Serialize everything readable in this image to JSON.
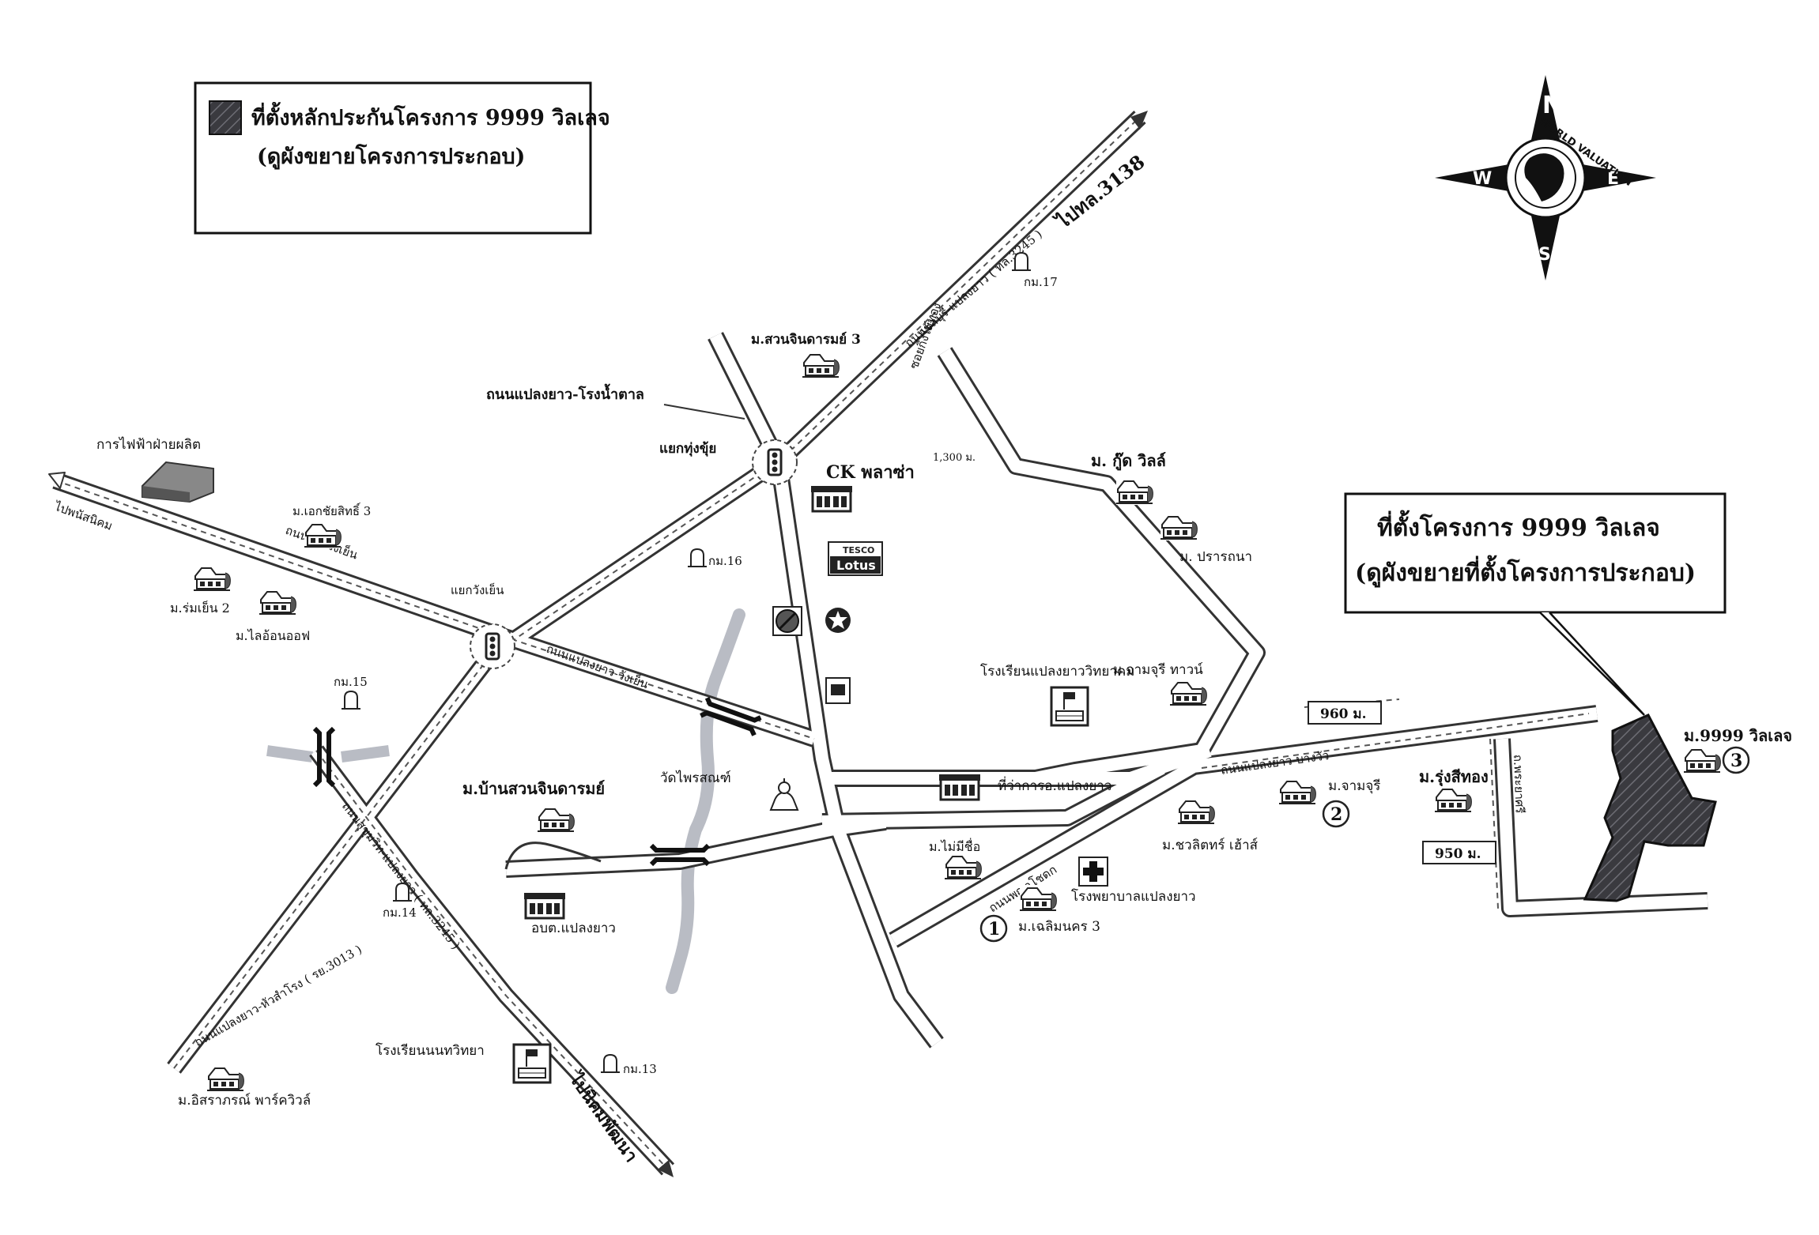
{
  "legend": {
    "line1": "ที่ตั้งหลักประกันโครงการ 9999 วิลเลจ",
    "line2": "(ดูผังขยายโครงการประกอบ)"
  },
  "callout": {
    "line1": "ที่ตั้งโครงการ 9999 วิลเลจ",
    "line2": "(ดูผังขยายที่ตั้งโครงการประกอบ)"
  },
  "compass": {
    "north": "N",
    "south": "S",
    "east": "E",
    "west": "W",
    "ring_text": "WORLD VALUATION"
  },
  "roads": {
    "to_3138": "ไปทล.3138",
    "chonburi_plaeng_yao": "ถนนชลบุรี-แปลงยาว ( ทล.3245 )",
    "plaeng_yao_rong_namtan": "ถนนแปลงยาว-โรงน้ำตาล",
    "to_phanat": "ไปพนัสนิคม",
    "sai_wangyen": "ถนนสายวังเย็น",
    "plaeng_yao_wangyen": "ถนนแปลงยาว-วังเย็น",
    "sukhumvit_plaeng_yao": "ถนนสุขุมวิท-แปลงยาว ( ทล.3245 )",
    "plaeng_yao_hua_samrong": "ถนนแปลงยาว-หัวสำโรง ( รย.3013 )",
    "to_kham_phatthana": "ไปนิคมพัฒนา",
    "phaya_chodok": "ถนนพญาโชดก",
    "plaeng_yao_bang_wua": "ถนนแปลงยาว-บางวัว",
    "soi_kingmai": "ซอยกิ่งไม้ทอง",
    "phraya_sri": "ถ.พระยาศรี"
  },
  "places": {
    "egat": "การไฟฟ้าฝ่ายผลิต",
    "m_suan_chindaram_3": "ม.สวนจินดารมย์ 3",
    "yaek_thung_khui": "แยกทุ่งขุ้ย",
    "ck_plaza": "CK พลาซ่า",
    "m_good_ville": "ม. กู๊ด วิลล์",
    "m_prathana": "ม. ปรารถนา",
    "m_ek_chaisit_3": "ม.เอกชัยสิทธิ์ 3",
    "m_ruamyen_2": "ม.ร่มเย็น 2",
    "m_lai_on_of": "ม.ไลอ้อนออฟ",
    "yaek_wangyen": "แยกวังเย็น",
    "school_plaeng_yao": "โรงเรียนแปลงยาววิทยาคม",
    "m_chamchuri_town": "ม.จามจุรี ทาวน์",
    "m_ban_suan_chindaram": "ม.บ้านสวนจินดารมย์",
    "wat": "วัดไพรสณฑ์",
    "district_office": "ที่ว่าการอ.แปลงยาว",
    "m_mai_mi_chue": "ม.ไม่มีชื่อ",
    "hospital": "โรงพยาบาลแปลงยาว",
    "m_chalermnakorn_3": "ม.เฉลิมนคร 3",
    "sao_plaeng_yao": "อบต.แปลงยาว",
    "m_chawalit_house": "ม.ชวลิตทร์ เฮ้าส์",
    "m_chamchuri": "ม.จามจุรี",
    "m_rung_si_thong": "ม.รุ่งสีทอง",
    "m_9999_village": "ม.9999 วิลเลจ",
    "school_nonthawit": "โรงเรียนนนทวิทยา",
    "m_isaraphan_park": "ม.อิสราภรณ์ พาร์ควิวล์"
  },
  "km_markers": {
    "km17": "กม.17",
    "km16": "กม.16",
    "km15": "กม.15",
    "km14": "กม.14",
    "km13": "กม.13"
  },
  "distances": {
    "d1300": "1,300 ม.",
    "d960": "960 ม.",
    "d950": "950 ม."
  },
  "markers": {
    "one": "1",
    "two": "2",
    "three": "3"
  },
  "lotus": {
    "top": "TESCO",
    "bottom": "Lotus"
  },
  "colors": {
    "road_fill": "#ffffff",
    "road_stroke": "#333333",
    "river": "#b9bcc4",
    "site_fill": "#3a3a3f"
  }
}
